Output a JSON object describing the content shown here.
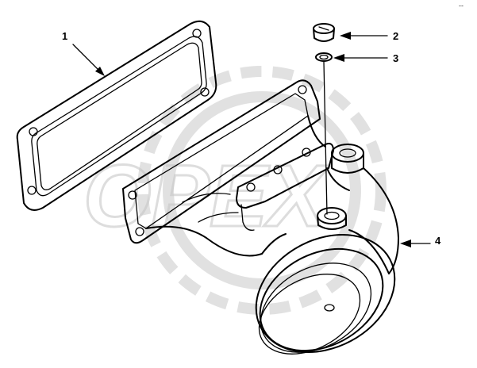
{
  "diagram": {
    "corner_mark": "--",
    "watermark_text": "OPEX",
    "parts": [
      {
        "number": "1",
        "part": "gasket"
      },
      {
        "number": "2",
        "part": "plug"
      },
      {
        "number": "3",
        "part": "sealing-washer"
      },
      {
        "number": "4",
        "part": "elbow-housing"
      }
    ],
    "colors": {
      "ink": "#000000",
      "watermark": "#c8c8c8",
      "background": "#ffffff"
    }
  }
}
